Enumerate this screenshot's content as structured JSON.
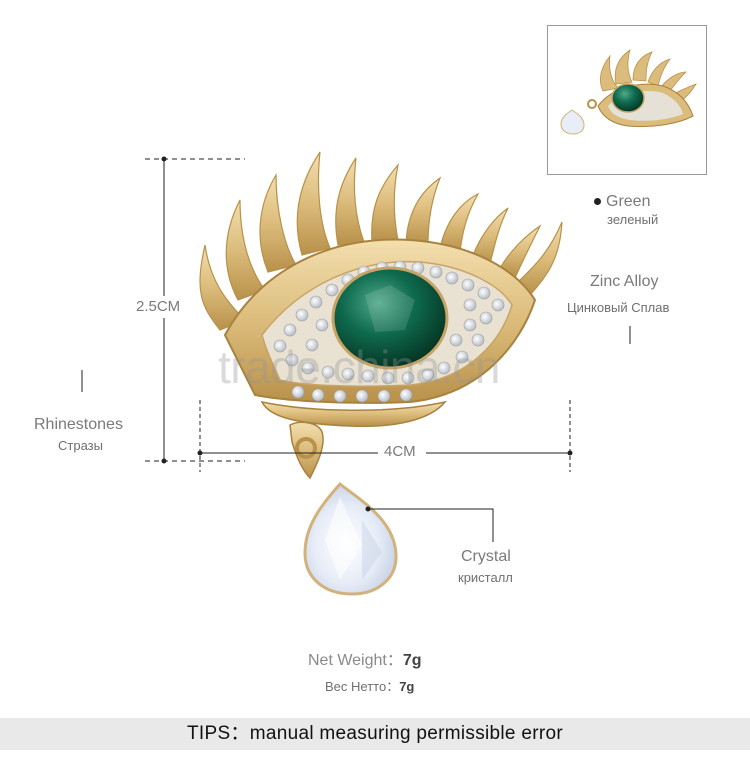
{
  "dimensions": {
    "height": "2.5CM",
    "width": "4CM"
  },
  "labels": {
    "color_en": "Green",
    "color_ru": "зеленый",
    "material_en": "Zinc Alloy",
    "material_ru": "Цинковый Сплав",
    "rhinestones_en": "Rhinestones",
    "rhinestones_ru": "Стразы",
    "crystal_en": "Crystal",
    "crystal_ru": "кристалл"
  },
  "weight": {
    "en_label": "Net Weight：",
    "en_value": "7g",
    "ru_label": "Вес Нетто：",
    "ru_value": "7g"
  },
  "watermark": "trade.china.cn",
  "tips": "TIPS：manual measuring permissible error",
  "colors": {
    "gold": "#d9b978",
    "gold_dark": "#b8914a",
    "emerald": "#0f6b4e",
    "crystal": "#e9eef6",
    "tips_bg": "#e9e9e9"
  }
}
